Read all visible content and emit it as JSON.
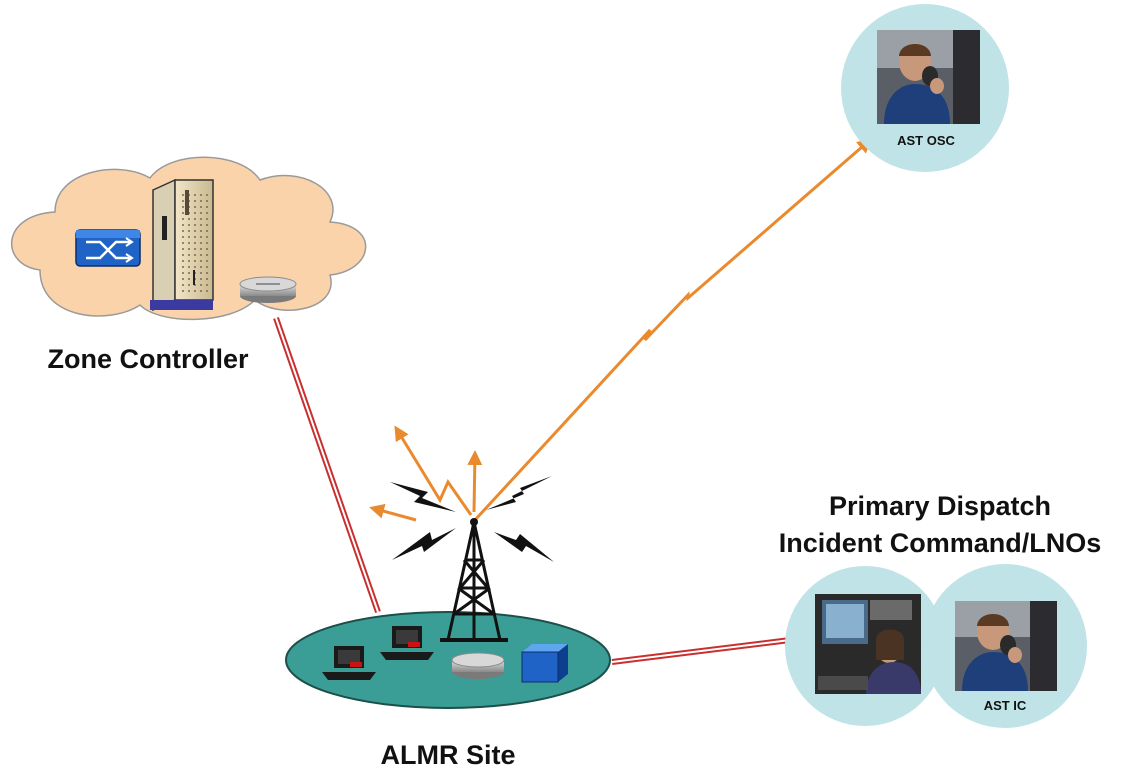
{
  "diagram": {
    "nodes": {
      "zone_controller": {
        "label": "Zone Controller"
      },
      "almr_site": {
        "label": "ALMR Site"
      },
      "ast_osc": {
        "label": "AST OSC"
      },
      "ast_ic": {
        "label": "AST IC"
      },
      "primary_dispatch": {
        "label_line1": "Primary Dispatch",
        "label_line2": "Incident Command/LNOs"
      }
    },
    "links": [
      {
        "from": "zone_controller",
        "to": "almr_site",
        "type": "wired"
      },
      {
        "from": "almr_site",
        "to": "primary_dispatch",
        "type": "wired"
      },
      {
        "from": "almr_site",
        "to": "ast_osc",
        "type": "radio"
      }
    ],
    "colors": {
      "cloud": "#fbd3ab",
      "site_disc": "#3a9e96",
      "person_circle": "#bfe3e6",
      "wired_link": "#c8302f",
      "radio_link": "#ea8a2e",
      "tower": "#111111"
    }
  }
}
